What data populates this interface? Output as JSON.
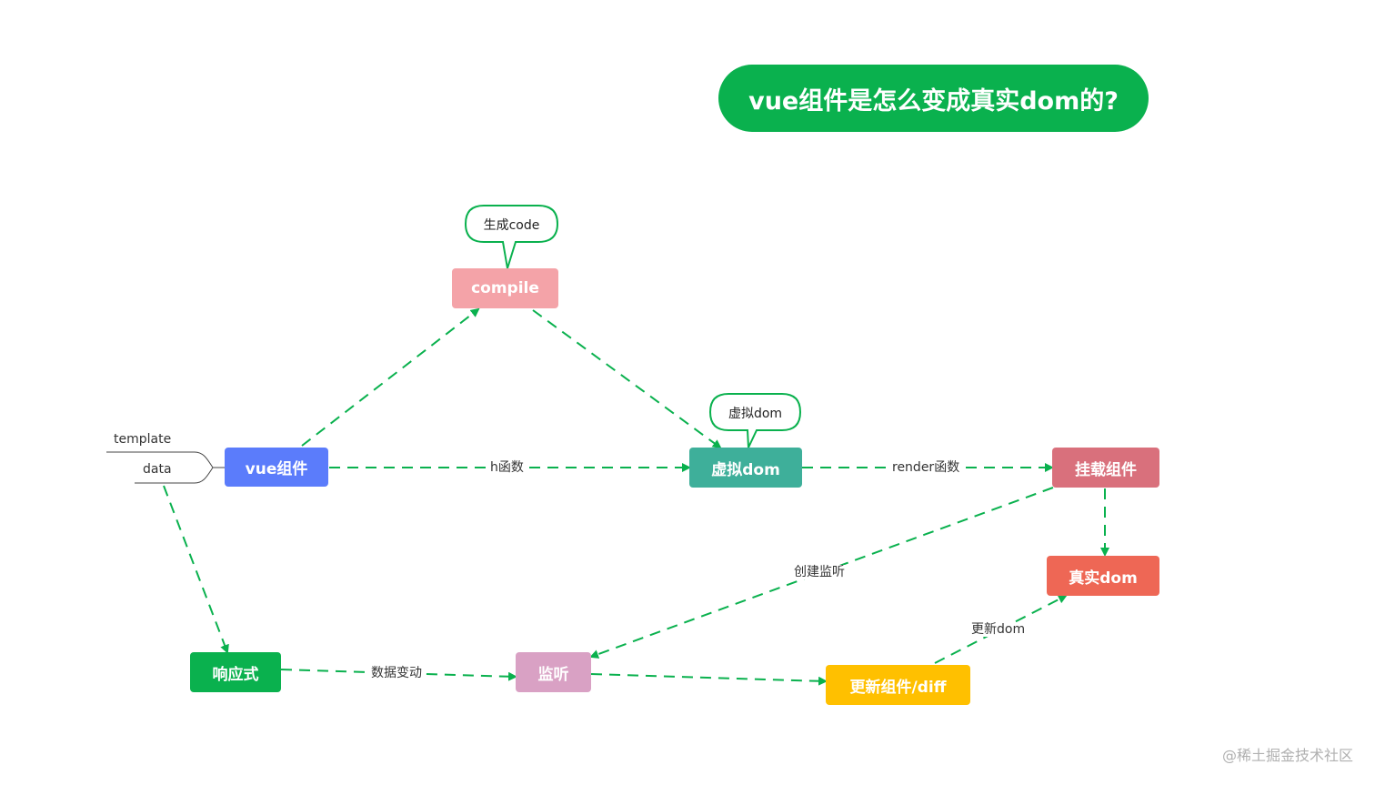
{
  "title": "vue组件是怎么变成真实dom的?",
  "colors": {
    "title_bg": "#0ab14e",
    "edge": "#0ab14e",
    "vue_component": "#5b7cfb",
    "compile": "#f4a3a8",
    "virtual_dom": "#3eaf9a",
    "mount": "#d9707c",
    "real_dom": "#ee6755",
    "reactive": "#0ab14e",
    "watcher": "#d9a1c4",
    "update": "#ffc000"
  },
  "nodes": {
    "vue_component": "vue组件",
    "compile": "compile",
    "virtual_dom": "虚拟dom",
    "mount": "挂载组件",
    "real_dom": "真实dom",
    "reactive": "响应式",
    "watcher": "监听",
    "update": "更新组件/diff"
  },
  "callouts": {
    "generate_code": "生成code",
    "virtual_dom": "虚拟dom"
  },
  "inputs": {
    "template": "template",
    "data": "data"
  },
  "edges": {
    "h_function": "h函数",
    "render_function": "render函数",
    "create_watcher": "创建监听",
    "data_change": "数据变动",
    "update_dom": "更新dom"
  },
  "watermark": "@稀土掘金技术社区"
}
